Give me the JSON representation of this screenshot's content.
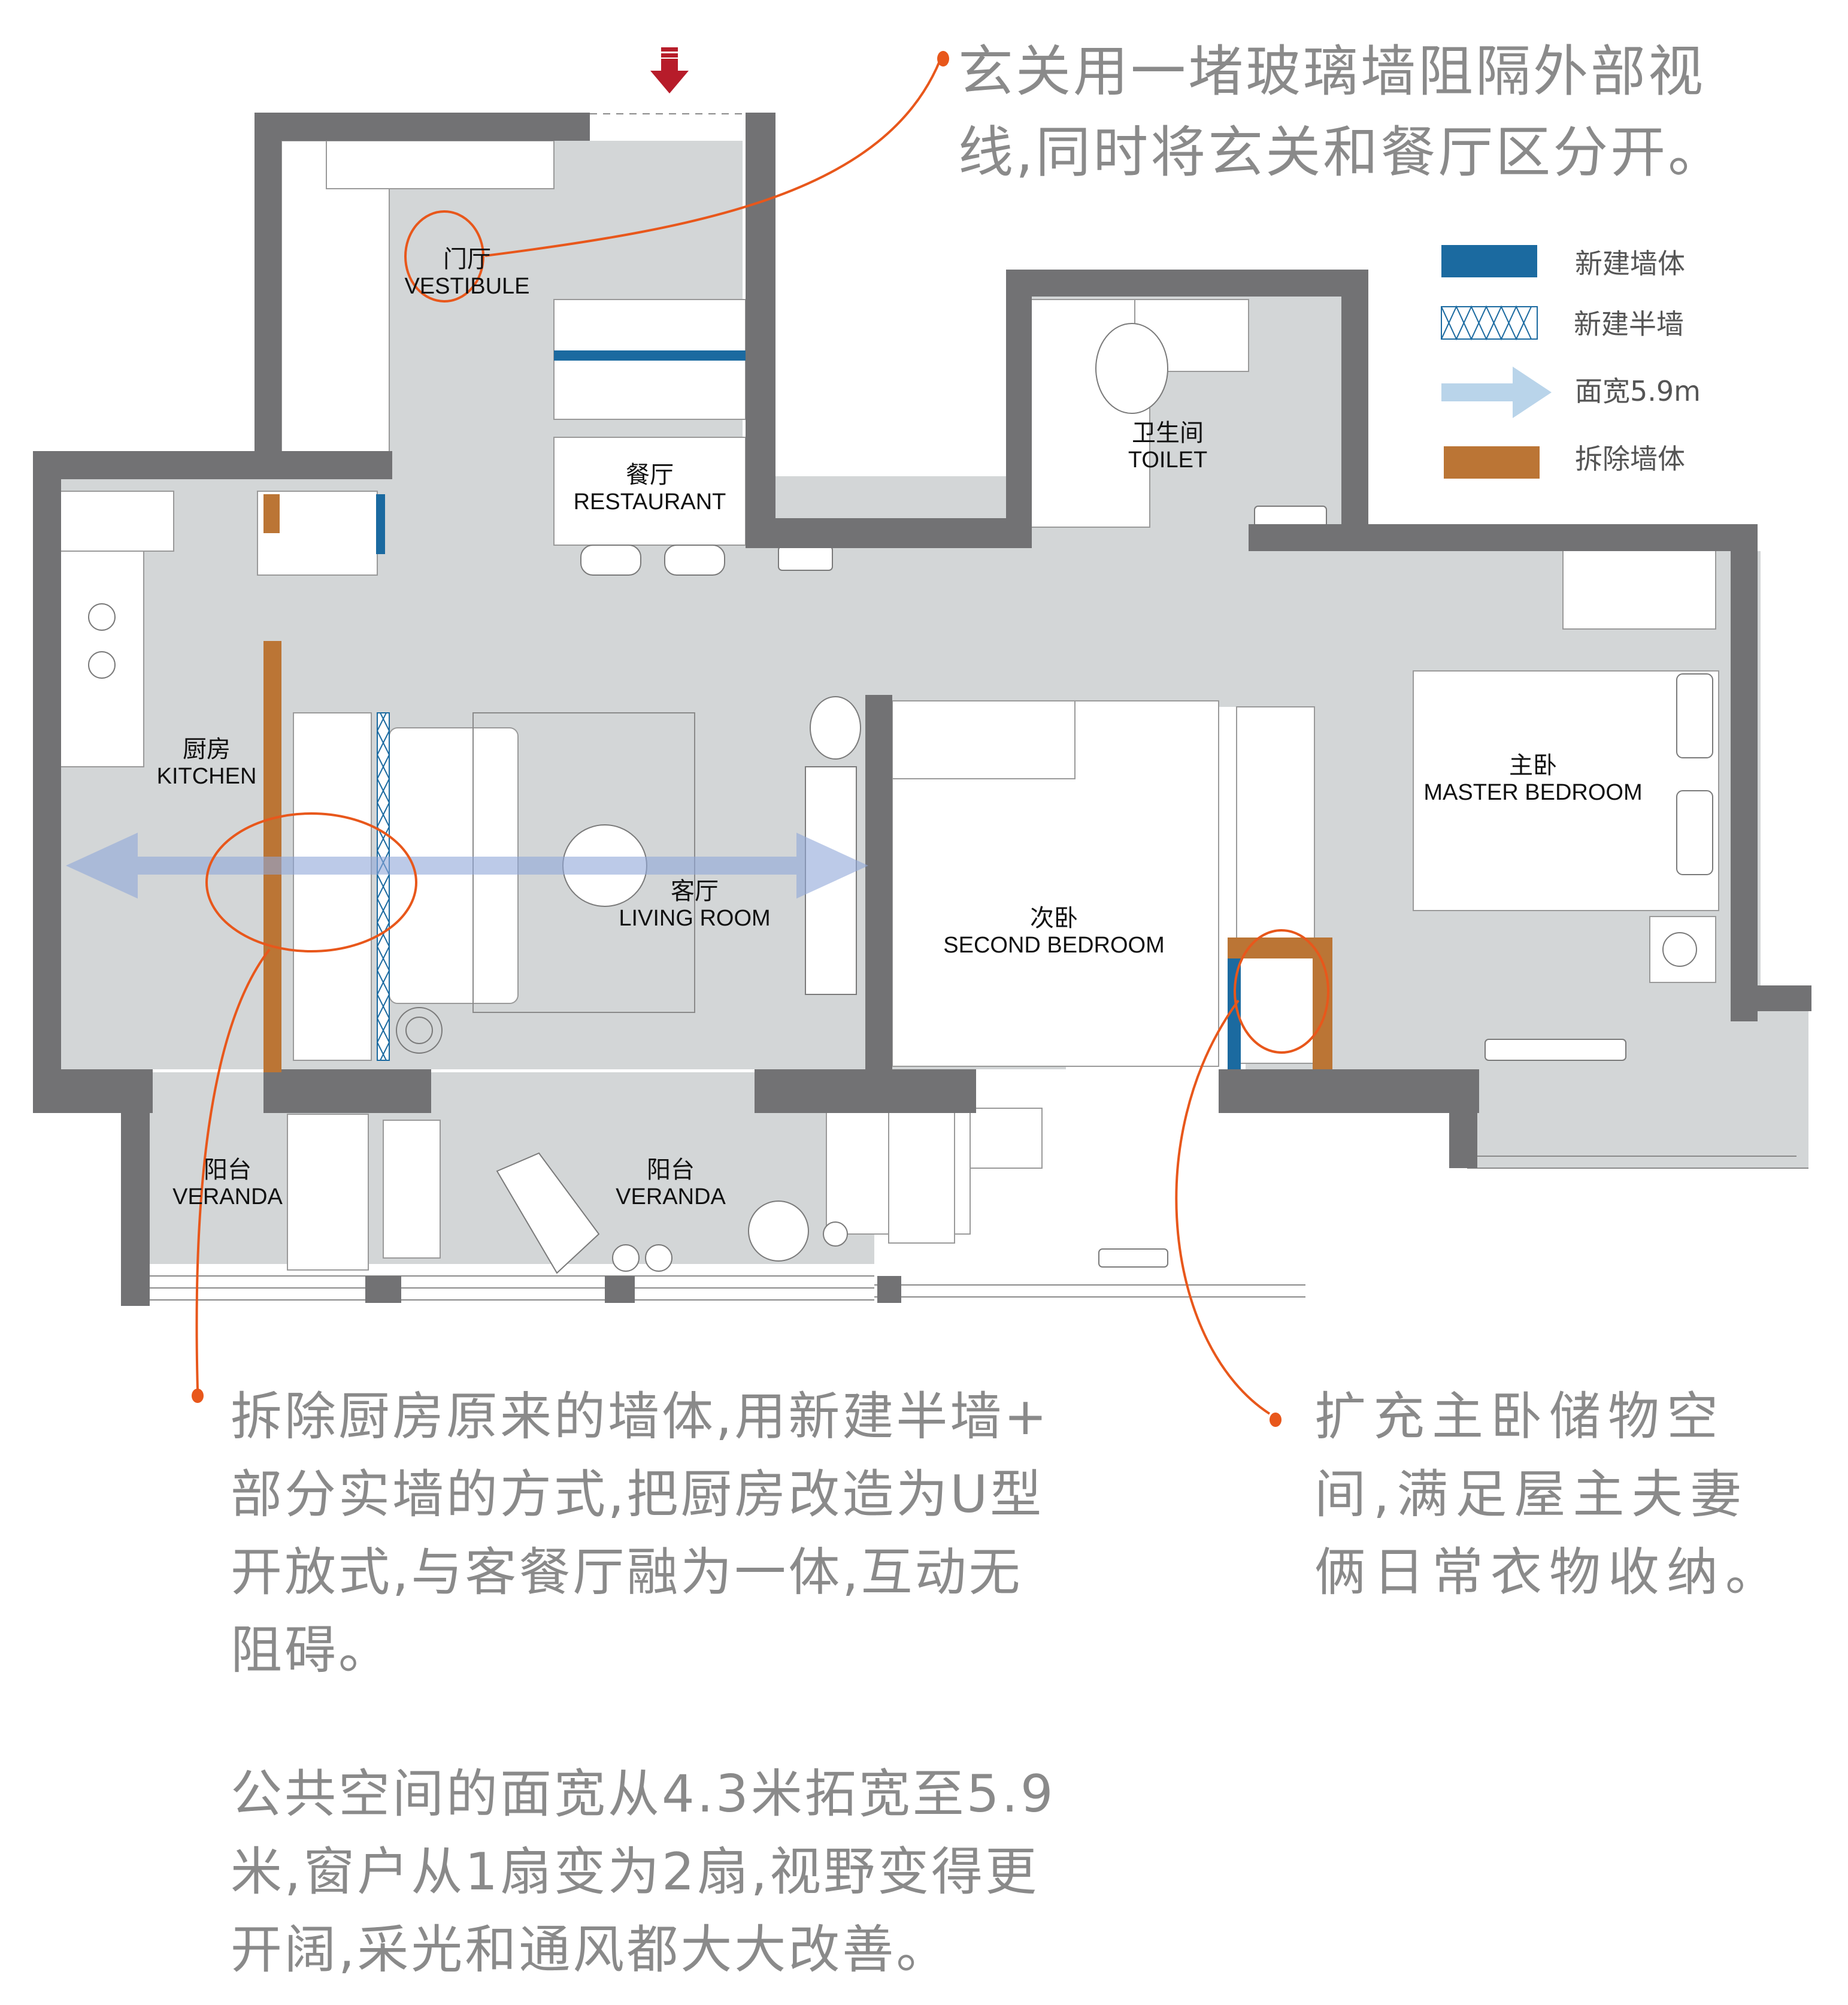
{
  "colors": {
    "wall": "#727274",
    "floor": "#d3d6d7",
    "new_wall": "#1b6aa0",
    "removed_wall": "#bb7535",
    "width_arrow": "#b9d4ea",
    "callout": "#e8571b",
    "entry_arrow": "#b71c2a",
    "text": "#8a8a8a"
  },
  "legend": [
    {
      "key": "new-wall",
      "label": "新建墙体"
    },
    {
      "key": "new-half-wall",
      "label": "新建半墙"
    },
    {
      "key": "width-arrow",
      "label": "面宽5.9m"
    },
    {
      "key": "removed-wall",
      "label": "拆除墙体"
    }
  ],
  "rooms": {
    "vestibule": {
      "zh": "门厅",
      "en": "VESTIBULE"
    },
    "restaurant": {
      "zh": "餐厅",
      "en": "RESTAURANT"
    },
    "toilet": {
      "zh": "卫生间",
      "en": "TOILET"
    },
    "kitchen": {
      "zh": "厨房",
      "en": "KITCHEN"
    },
    "living_room": {
      "zh": "客厅",
      "en": "LIVING ROOM"
    },
    "second_bedroom": {
      "zh": "次卧",
      "en": "SECOND BEDROOM"
    },
    "master_bedroom": {
      "zh": "主卧",
      "en": "MASTER BEDROOM"
    },
    "veranda_left": {
      "zh": "阳台",
      "en": "VERANDA"
    },
    "veranda_right": {
      "zh": "阳台",
      "en": "VERANDA"
    }
  },
  "annotations": {
    "vestibule_note": {
      "lines": [
        "玄关用一堵玻璃墙阻隔外部视",
        "线,同时将玄关和餐厅区分开。"
      ]
    },
    "kitchen_note": {
      "lines": [
        "拆除厨房原来的墙体,用新建半墙+",
        "部分实墙的方式,把厨房改造为U型",
        "开放式,与客餐厅融为一体,互动无",
        "阻碍。"
      ]
    },
    "width_note": {
      "lines": [
        "公共空间的面宽从4.3米拓宽至5.9",
        "米,窗户从1扇变为2扇,视野变得更",
        "开阔,采光和通风都大大改善。"
      ]
    },
    "storage_note": {
      "lines": [
        "扩充主卧储物空",
        "间,满足屋主夫妻",
        "俩日常衣物收纳。"
      ]
    }
  }
}
